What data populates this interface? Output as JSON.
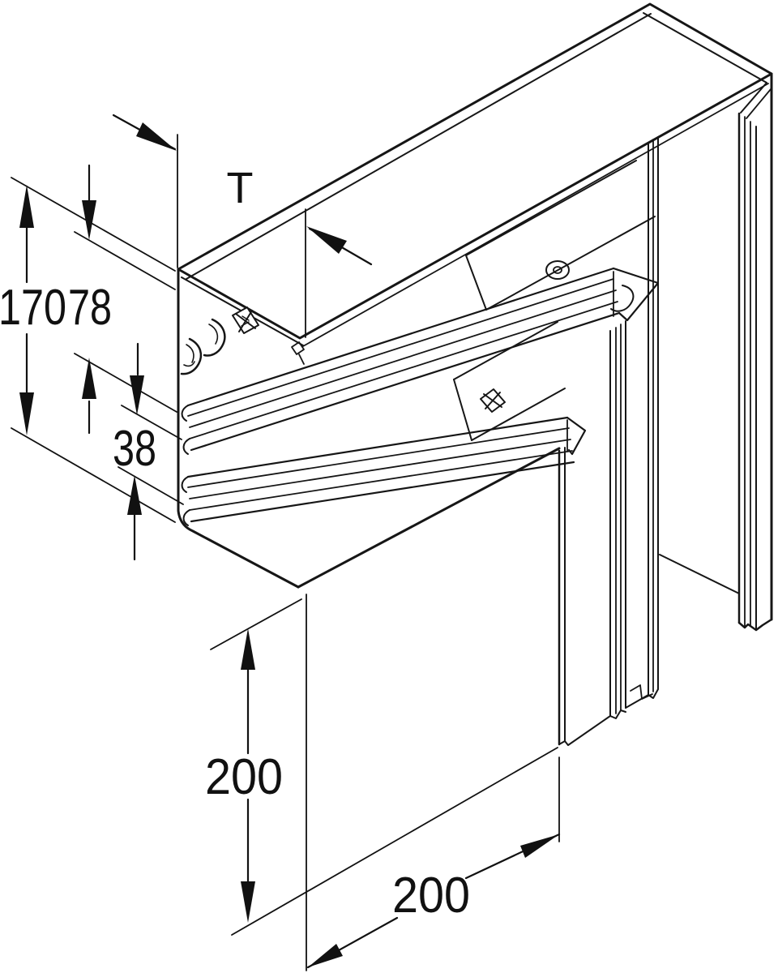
{
  "figure": {
    "type": "technical-line-drawing",
    "subject": "wall trunking flat angle corner piece, isometric view",
    "background_color": "#ffffff",
    "line_color": "#161616"
  },
  "dimensions": {
    "depth_label": "T",
    "overall_height": "170",
    "cover_height": "78",
    "rail_spacing": "38",
    "vertical_leg": "200",
    "horizontal_leg": "200"
  }
}
